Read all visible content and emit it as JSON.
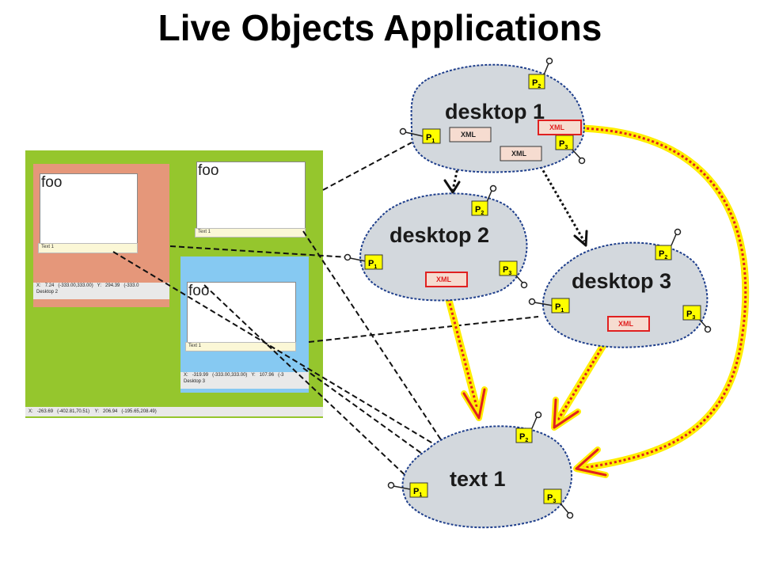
{
  "title": "Live Objects Applications",
  "screenshot": {
    "foo_label": "foo",
    "text_caption": "Text 1",
    "desktop2_status": {
      "x_label": "X:",
      "x_val": "7.24",
      "x_range": "(-333.00,333.00)",
      "y_label": "Y:",
      "y_val": "294.39",
      "y_range": "(-333.0",
      "name": "Desktop 2"
    },
    "desktop3_status": {
      "x_label": "X:",
      "x_val": "-319.99",
      "x_range": "(-333.00,333.00)",
      "y_label": "Y:",
      "y_val": "107.96",
      "y_range": "(-3",
      "name": "Desktop 3"
    },
    "main_status": {
      "x_label": "X:",
      "x_val": "-263.69",
      "x_range": "(-402.81,70.51)",
      "y_label": "Y:",
      "y_val": "206.94",
      "y_range": "(-195.65,208.49)"
    }
  },
  "nodes": {
    "desktop1": {
      "label": "desktop 1",
      "ports": [
        {
          "main": "P",
          "sub": "1"
        },
        {
          "main": "P",
          "sub": "2"
        },
        {
          "main": "P",
          "sub": "3"
        }
      ],
      "xml": [
        "XML",
        "XML",
        "XML"
      ]
    },
    "desktop2": {
      "label": "desktop 2",
      "ports": [
        {
          "main": "P",
          "sub": "1"
        },
        {
          "main": "P",
          "sub": "2"
        },
        {
          "main": "P",
          "sub": "3"
        }
      ],
      "xml": [
        "XML"
      ]
    },
    "desktop3": {
      "label": "desktop 3",
      "ports": [
        {
          "main": "P",
          "sub": "1"
        },
        {
          "main": "P",
          "sub": "2"
        },
        {
          "main": "P",
          "sub": "3"
        }
      ],
      "xml": [
        "XML"
      ]
    },
    "text1": {
      "label": "text 1",
      "ports": [
        {
          "main": "P",
          "sub": "1"
        },
        {
          "main": "P",
          "sub": "2"
        },
        {
          "main": "P",
          "sub": "3"
        }
      ]
    }
  },
  "colors": {
    "node_fill": "#d3d8dd",
    "node_border": "#1f3f8c",
    "port_fill": "#ffff00",
    "xml_plain_fill": "#f6dcd0",
    "xml_red_border": "#e02020",
    "green_bg": "#95c62d",
    "salmon": "#e5977a",
    "sky": "#86c9f2"
  }
}
